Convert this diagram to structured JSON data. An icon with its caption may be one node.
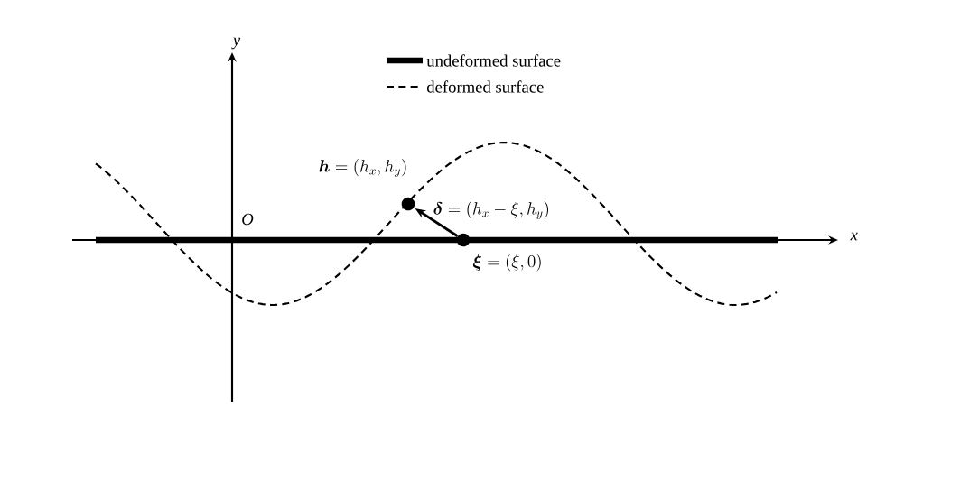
{
  "diagram": {
    "nodes": [
      {
        "text": [],
        "shape": "circle",
        "beside": [
          "\\boldsymbol{h} = (h_x, h_y)"
        ]
      },
      {
        "text": [],
        "shape": "circle",
        "beside": [
          "\\boldsymbol{\\xi} = (\\xi, 0)"
        ]
      }
    ],
    "edges": [
      {
        "from": 1,
        "to": 0,
        "arrow": "to",
        "label": "\\boldsymbol{\\delta} = (h_x - \\xi, h_y)"
      }
    ],
    "labels": [
      "x",
      "y",
      "O"
    ],
    "legend": [
      {
        "text": "undeformed surface"
      },
      {
        "text": "deformed surface"
      }
    ]
  }
}
